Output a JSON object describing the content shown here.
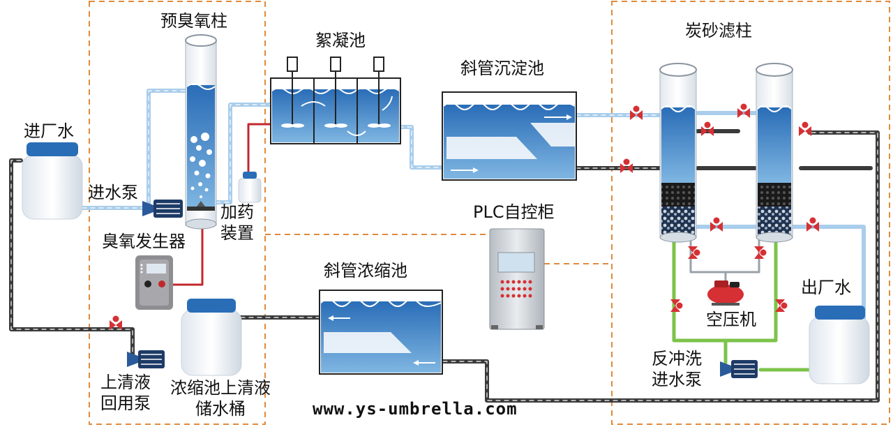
{
  "labels": {
    "raw_water": "进厂水",
    "inlet_pump": "进水泵",
    "pre_ozone_column": "预臭氧柱",
    "ozone_generator": "臭氧发生器",
    "dosing_device_line1": "加药",
    "dosing_device_line2": "装置",
    "flocculation_tank": "絮凝池",
    "inclined_settling_tank": "斜管沉淀池",
    "carbon_sand_filter": "炭砂滤柱",
    "plc_cabinet": "PLC自控柜",
    "air_compressor": "空压机",
    "treated_water": "出厂水",
    "backwash_pump_line1": "反冲洗",
    "backwash_pump_line2": "进水泵",
    "inclined_thickener": "斜管浓缩池",
    "supernatant_tank_line1": "浓缩池上清液",
    "supernatant_tank_line2": "储水桶",
    "supernatant_pump_line1": "上清液",
    "supernatant_pump_line2": "回用泵"
  },
  "watermark": "www.ys-umbrella.com",
  "colors": {
    "water_dark": "#1f5fa8",
    "water_light": "#cfe6f7",
    "pipe_dark": "#3a3a3a",
    "pipe_light": "#a9cdeb",
    "pipe_red": "#c0282d",
    "pipe_green": "#7cc34a",
    "valve_red": "#d63034",
    "boundary_orange": "#e08a3c"
  }
}
